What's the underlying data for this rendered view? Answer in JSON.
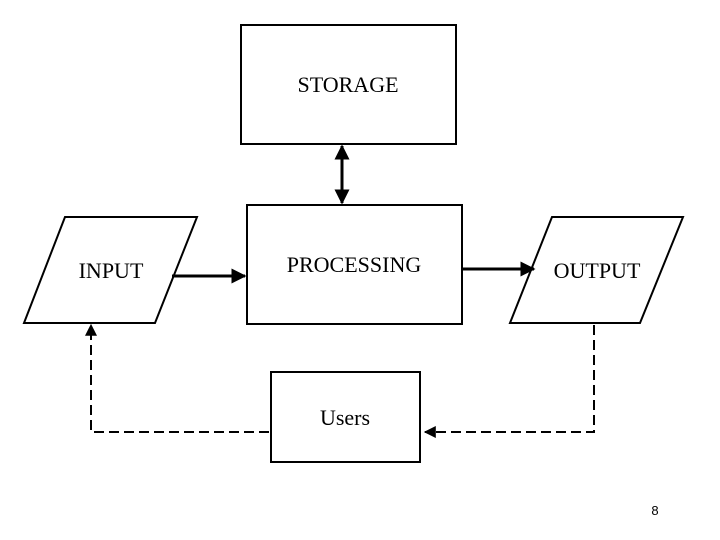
{
  "diagram": {
    "nodes": {
      "storage": "STORAGE",
      "input": "INPUT",
      "processing": "PROCESSING",
      "output": "OUTPUT",
      "users": "Users"
    }
  },
  "page": {
    "number": "8"
  }
}
